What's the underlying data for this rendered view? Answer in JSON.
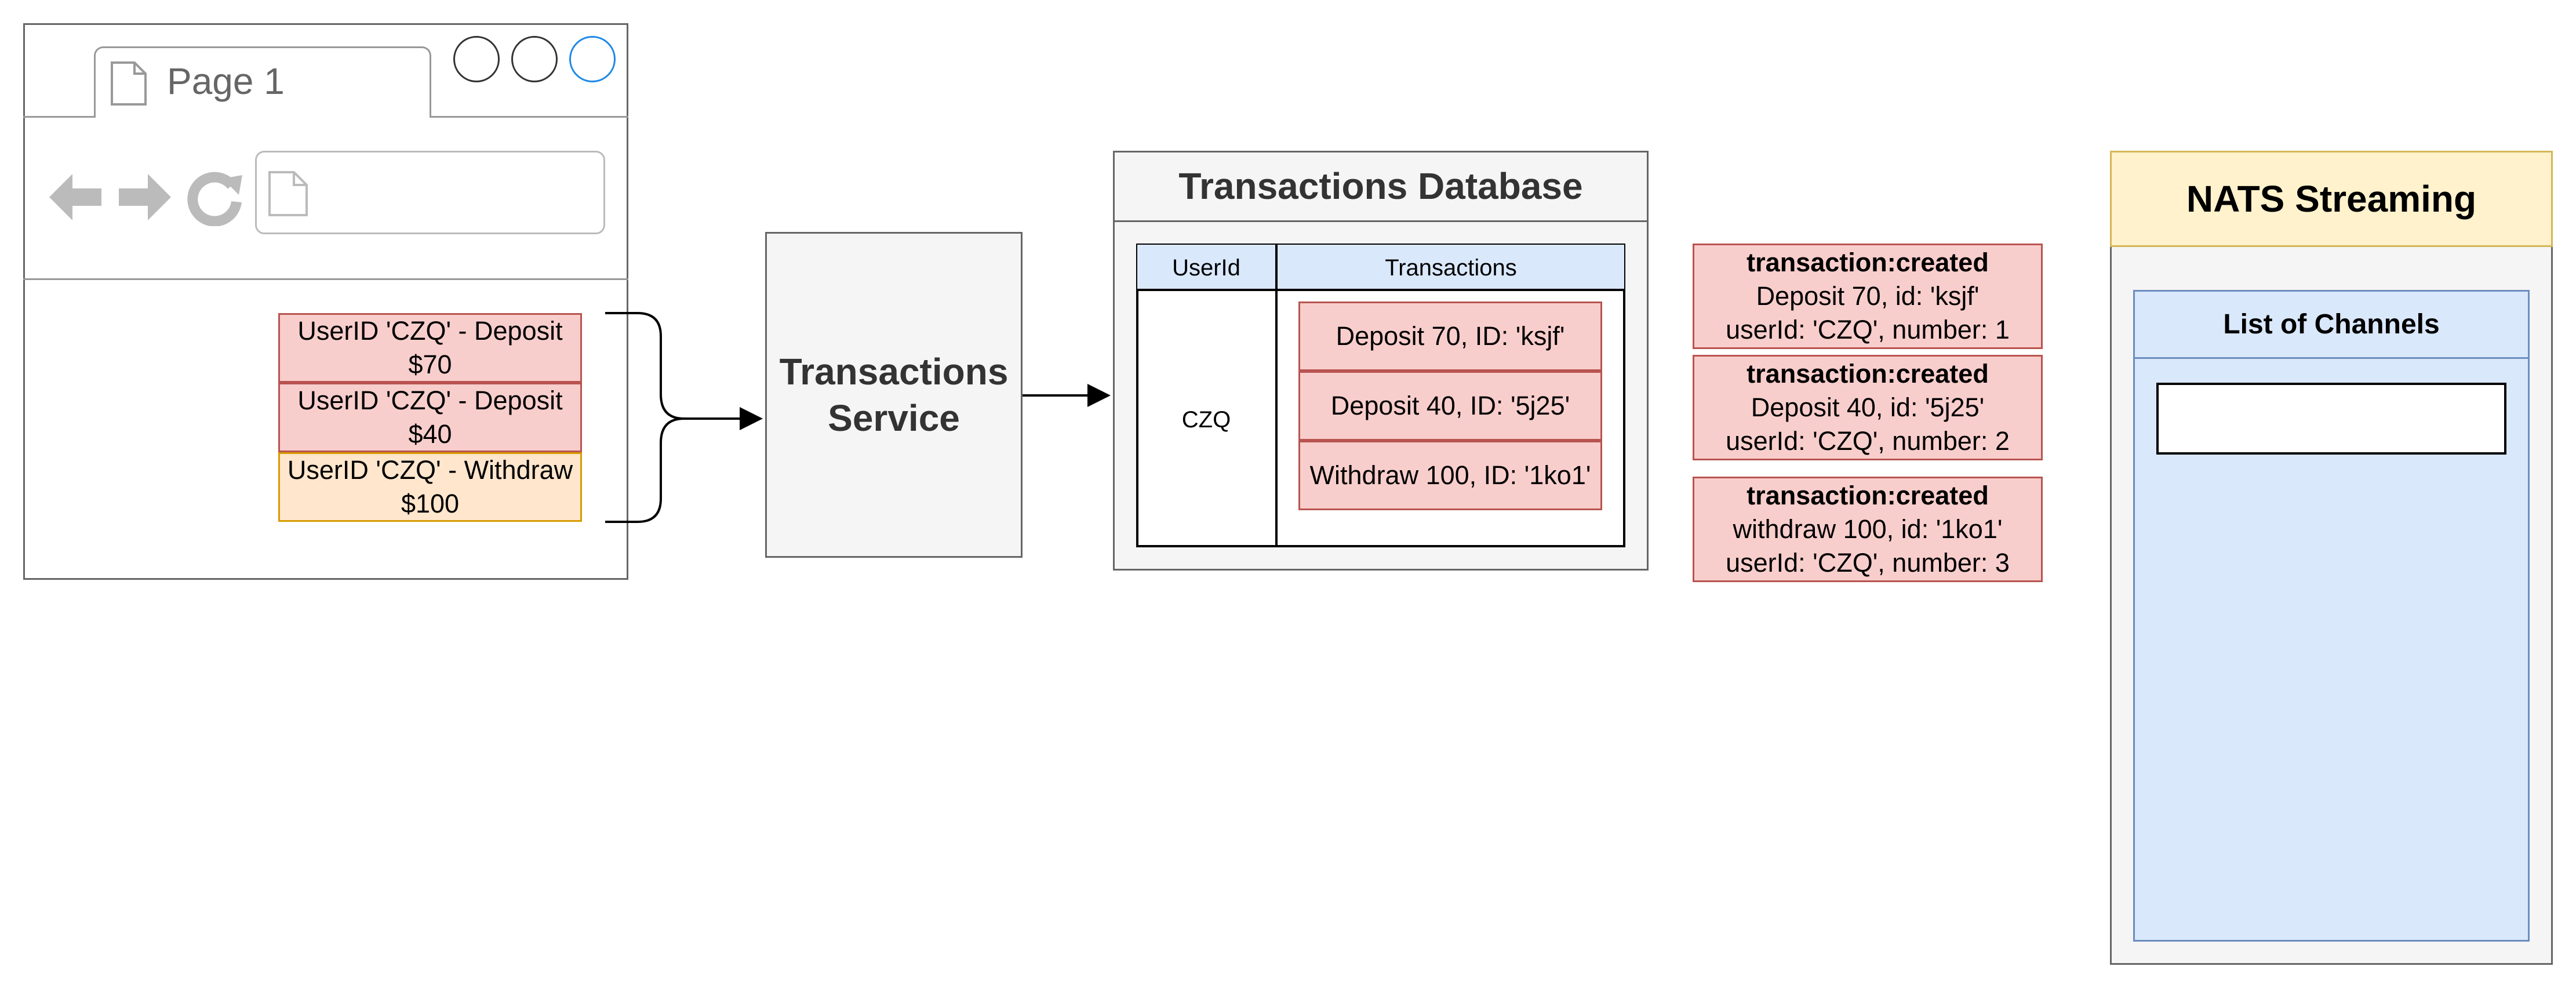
{
  "browser": {
    "tab_label": "Page 1",
    "events": [
      {
        "text": "UserID 'CZQ' - Deposit $70",
        "color": "#f8cecc"
      },
      {
        "text": "UserID 'CZQ' - Deposit $40",
        "color": "#f8cecc"
      },
      {
        "text": "UserID 'CZQ' - Withdraw $100",
        "color": "#ffe6cc"
      }
    ]
  },
  "service": {
    "label": "Transactions Service"
  },
  "database": {
    "title": "Transactions Database",
    "columns": [
      "UserId",
      "Transactions"
    ],
    "user_id": "CZQ",
    "transactions": [
      "Deposit 70, ID: 'ksjf'",
      "Deposit 40, ID: '5j25'",
      "Withdraw 100, ID: '1ko1'"
    ]
  },
  "published_events": [
    {
      "title": "transaction:created",
      "line1": "Deposit 70, id: 'ksjf'",
      "line2": "userId: 'CZQ', number: 1"
    },
    {
      "title": "transaction:created",
      "line1": "Deposit 40, id: '5j25'",
      "line2": "userId: 'CZQ', number: 2"
    },
    {
      "title": "transaction:created",
      "line1": "withdraw 100, id: '1ko1'",
      "line2": "userId: 'CZQ', number: 3"
    }
  ],
  "nats": {
    "title": "NATS Streaming",
    "channels_title": "List of Channels"
  },
  "colors": {
    "red_fill": "#f8cecc",
    "red_stroke": "#b85450",
    "orange_fill": "#ffe6cc",
    "blue_fill": "#dae8fc",
    "yellow_fill": "#fff2cc",
    "active_circle": "#1e88e5"
  }
}
